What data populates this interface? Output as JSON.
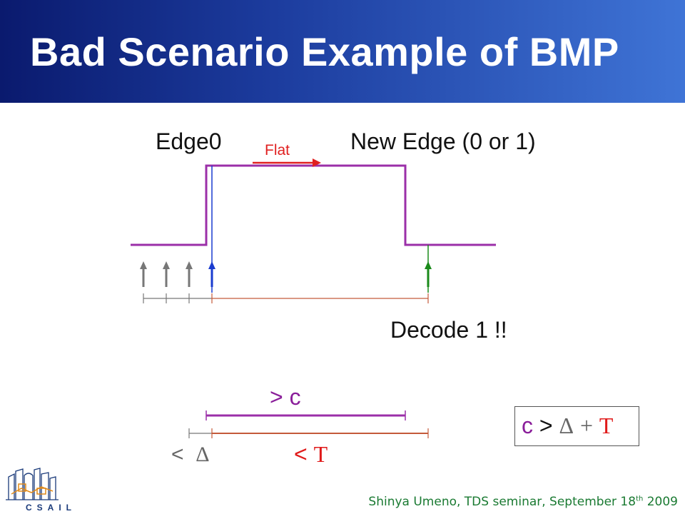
{
  "slide": {
    "title": "Bad Scenario Example of BMP",
    "labels": {
      "edge0": "Edge0",
      "new_edge": "New Edge (0 or 1)",
      "flat": "Flat",
      "decode": "Decode 1 !!",
      "greater_c": "> c",
      "less_delta_lt": "<",
      "less_delta_sym": "Δ",
      "less_T_lt": "<",
      "less_T_sym": "T"
    },
    "formula": {
      "c": "c",
      "gt": ">",
      "delta": "Δ",
      "plus": "+",
      "T": "T"
    },
    "footer": {
      "text": "Shinya Umeno, TDS seminar, September 18",
      "sup": "th",
      "year": " 2009"
    },
    "logo": {
      "text": "CSAIL"
    },
    "colors": {
      "waveform": "#9b2fa8",
      "edge_marker": "#1a3ccf",
      "decode_marker": "#1a8a1a",
      "sample_arrow": "#777777",
      "flat_arrow": "#e02020",
      "interval_line": "#c45a3a",
      "logo": "#1a3a7a"
    }
  }
}
